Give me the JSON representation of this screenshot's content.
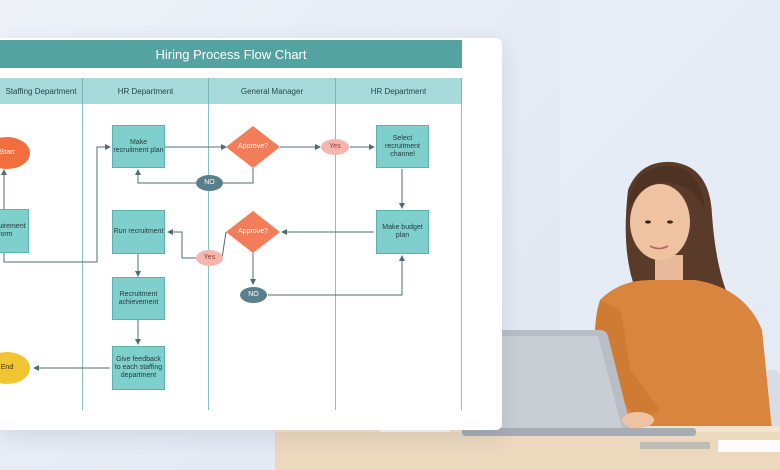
{
  "chart": {
    "title": "Hiring Process Flow Chart",
    "lanes": [
      "Staffing Department",
      "HR Department",
      "General Manager",
      "HR Department"
    ],
    "nodes": {
      "start": "Start",
      "requirement_form": "Requirement form",
      "make_plan": "Make recruitment plan",
      "approve_1": "Approve?",
      "yes_1": "Yes",
      "no_1": "NO",
      "select_channel": "Select recruitment channel",
      "run_recruitment": "Run recruitment",
      "approve_2": "Approve?",
      "yes_2": "Yes",
      "make_budget": "Make budget plan",
      "no_2": "NO",
      "achievement": "Recruitment achievement",
      "feedback": "Give feedback to each staffing department",
      "end": "End"
    }
  },
  "colors": {
    "title_bar": "#55a3a1",
    "lane_header": "#a7dbdb",
    "process": "#7fcfcc",
    "decision": "#f27d58",
    "start": "#f26e3f",
    "end": "#f0c531",
    "yes_badge": "#f6b6b0",
    "no_badge": "#587f8c"
  }
}
